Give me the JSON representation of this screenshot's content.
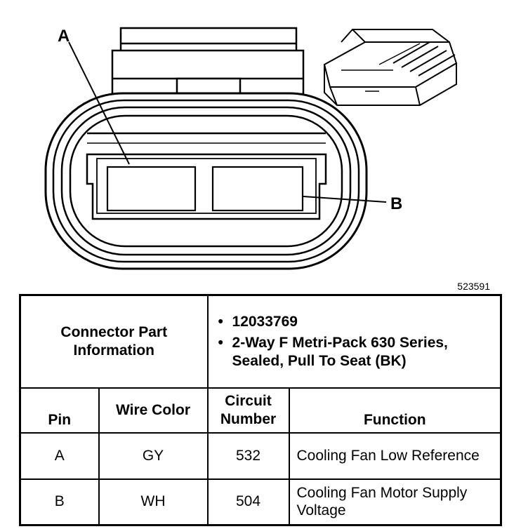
{
  "diagram": {
    "callout_a": "A",
    "callout_b": "B",
    "figure_number": "523591"
  },
  "table": {
    "part_info_label": "Connector Part Information",
    "part_number": "12033769",
    "part_description": "2-Way F Metri-Pack 630 Series, Sealed, Pull To Seat (BK)",
    "headers": {
      "pin": "Pin",
      "wire_color": "Wire Color",
      "circuit_number": "Circuit Number",
      "function": "Function"
    },
    "rows": [
      {
        "pin": "A",
        "wire_color": "GY",
        "circuit": "532",
        "function": "Cooling Fan Low Reference"
      },
      {
        "pin": "B",
        "wire_color": "WH",
        "circuit": "504",
        "function": "Cooling Fan Motor Supply Voltage"
      }
    ]
  }
}
